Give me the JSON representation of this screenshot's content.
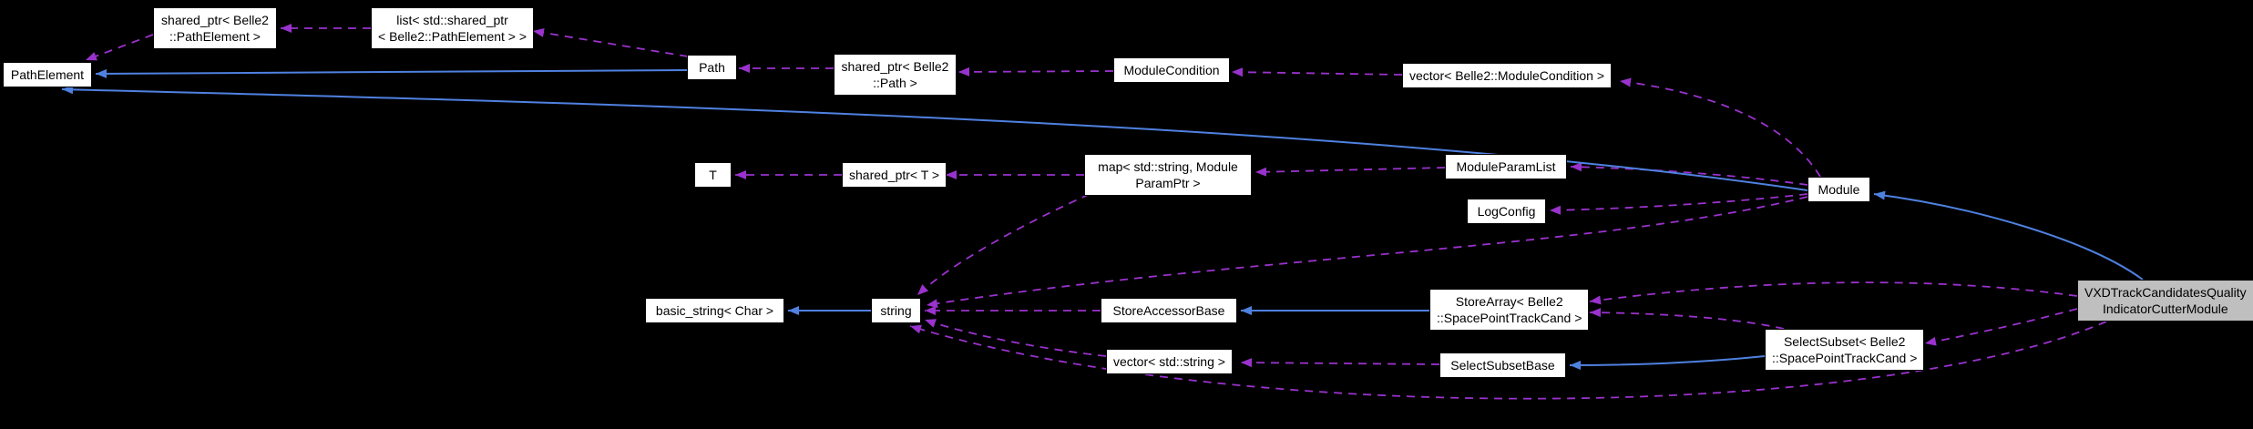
{
  "diagram": {
    "type": "doxygen-collaboration-graph",
    "background": "#000000",
    "colors": {
      "node_fill": "#ffffff",
      "node_border": "#000000",
      "node_text": "#000000",
      "highlight_node_fill": "#bfbfbf",
      "usage_edge": "#9a32cd",
      "inheritance_edge": "#4f81e0"
    },
    "nodes": {
      "sharedPtrPathElement": {
        "label": "shared_ptr< Belle2\n::PathElement >"
      },
      "listSharedPtrPathElement": {
        "label": "list< std::shared_ptr\n< Belle2::PathElement > >"
      },
      "pathElement": {
        "label": "PathElement"
      },
      "path": {
        "label": "Path"
      },
      "sharedPtrPath": {
        "label": "shared_ptr< Belle2\n::Path >"
      },
      "moduleCondition": {
        "label": "ModuleCondition"
      },
      "vectorModuleCondition": {
        "label": "vector< Belle2::ModuleCondition >"
      },
      "t": {
        "label": "T"
      },
      "sharedPtrT": {
        "label": "shared_ptr< T >"
      },
      "mapStringModuleParamPtr": {
        "label": "map< std::string, Module\nParamPtr >"
      },
      "moduleParamList": {
        "label": "ModuleParamList"
      },
      "logConfig": {
        "label": "LogConfig"
      },
      "module": {
        "label": "Module"
      },
      "basicStringChar": {
        "label": "basic_string< Char >"
      },
      "string": {
        "label": "string"
      },
      "storeAccessorBase": {
        "label": "StoreAccessorBase"
      },
      "storeArraySpacePointTrackCand": {
        "label": "StoreArray< Belle2\n::SpacePointTrackCand >"
      },
      "vectorString": {
        "label": "vector< std::string >"
      },
      "selectSubsetBase": {
        "label": "SelectSubsetBase"
      },
      "selectSubsetSpacePointTrackCand": {
        "label": "SelectSubset< Belle2\n::SpacePointTrackCand >"
      },
      "vxdModule": {
        "label": "VXDTrackCandidatesQuality\nIndicatorCutterModule",
        "highlighted": true
      }
    },
    "edges": [
      {
        "from": "listSharedPtrPathElement",
        "to": "sharedPtrPathElement",
        "type": "usage"
      },
      {
        "from": "sharedPtrPathElement",
        "to": "pathElement",
        "type": "usage"
      },
      {
        "from": "path",
        "to": "listSharedPtrPathElement",
        "type": "usage"
      },
      {
        "from": "path",
        "to": "pathElement",
        "type": "inheritance"
      },
      {
        "from": "sharedPtrPath",
        "to": "path",
        "type": "usage"
      },
      {
        "from": "moduleCondition",
        "to": "sharedPtrPath",
        "type": "usage"
      },
      {
        "from": "vectorModuleCondition",
        "to": "moduleCondition",
        "type": "usage"
      },
      {
        "from": "module",
        "to": "vectorModuleCondition",
        "type": "usage"
      },
      {
        "from": "module",
        "to": "moduleParamList",
        "type": "usage"
      },
      {
        "from": "module",
        "to": "logConfig",
        "type": "usage"
      },
      {
        "from": "module",
        "to": "string",
        "type": "usage"
      },
      {
        "from": "module",
        "to": "pathElement",
        "type": "inheritance"
      },
      {
        "from": "moduleParamList",
        "to": "mapStringModuleParamPtr",
        "type": "usage"
      },
      {
        "from": "mapStringModuleParamPtr",
        "to": "sharedPtrT",
        "type": "usage"
      },
      {
        "from": "mapStringModuleParamPtr",
        "to": "string",
        "type": "usage"
      },
      {
        "from": "sharedPtrT",
        "to": "t",
        "type": "usage"
      },
      {
        "from": "string",
        "to": "basicStringChar",
        "type": "inheritance"
      },
      {
        "from": "storeAccessorBase",
        "to": "string",
        "type": "usage"
      },
      {
        "from": "storeArraySpacePointTrackCand",
        "to": "storeAccessorBase",
        "type": "inheritance"
      },
      {
        "from": "vectorString",
        "to": "string",
        "type": "usage"
      },
      {
        "from": "selectSubsetBase",
        "to": "vectorString",
        "type": "usage"
      },
      {
        "from": "selectSubsetSpacePointTrackCand",
        "to": "selectSubsetBase",
        "type": "inheritance"
      },
      {
        "from": "selectSubsetSpacePointTrackCand",
        "to": "storeArraySpacePointTrackCand",
        "type": "usage"
      },
      {
        "from": "vxdModule",
        "to": "storeArraySpacePointTrackCand",
        "type": "usage"
      },
      {
        "from": "vxdModule",
        "to": "selectSubsetSpacePointTrackCand",
        "type": "usage"
      },
      {
        "from": "vxdModule",
        "to": "module",
        "type": "inheritance"
      },
      {
        "from": "vxdModule",
        "to": "string",
        "type": "usage"
      }
    ]
  }
}
